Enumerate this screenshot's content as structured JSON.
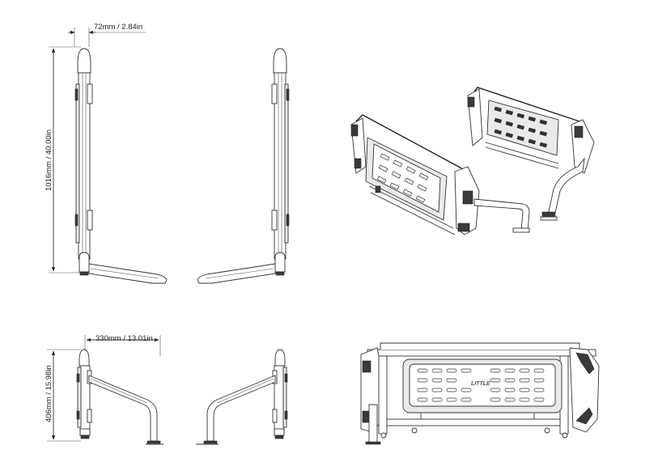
{
  "dimensions": {
    "width_small": "72mm / 2.84in",
    "height_full": "1016mm / 40.00in",
    "depth": "330mm / 13.01in",
    "height_short": "406mm / 15.98in"
  },
  "logo_text": "LITTLE",
  "colors": {
    "line": "#333333",
    "fill": "#e9e9e9",
    "dark": "#3a3a3a"
  }
}
